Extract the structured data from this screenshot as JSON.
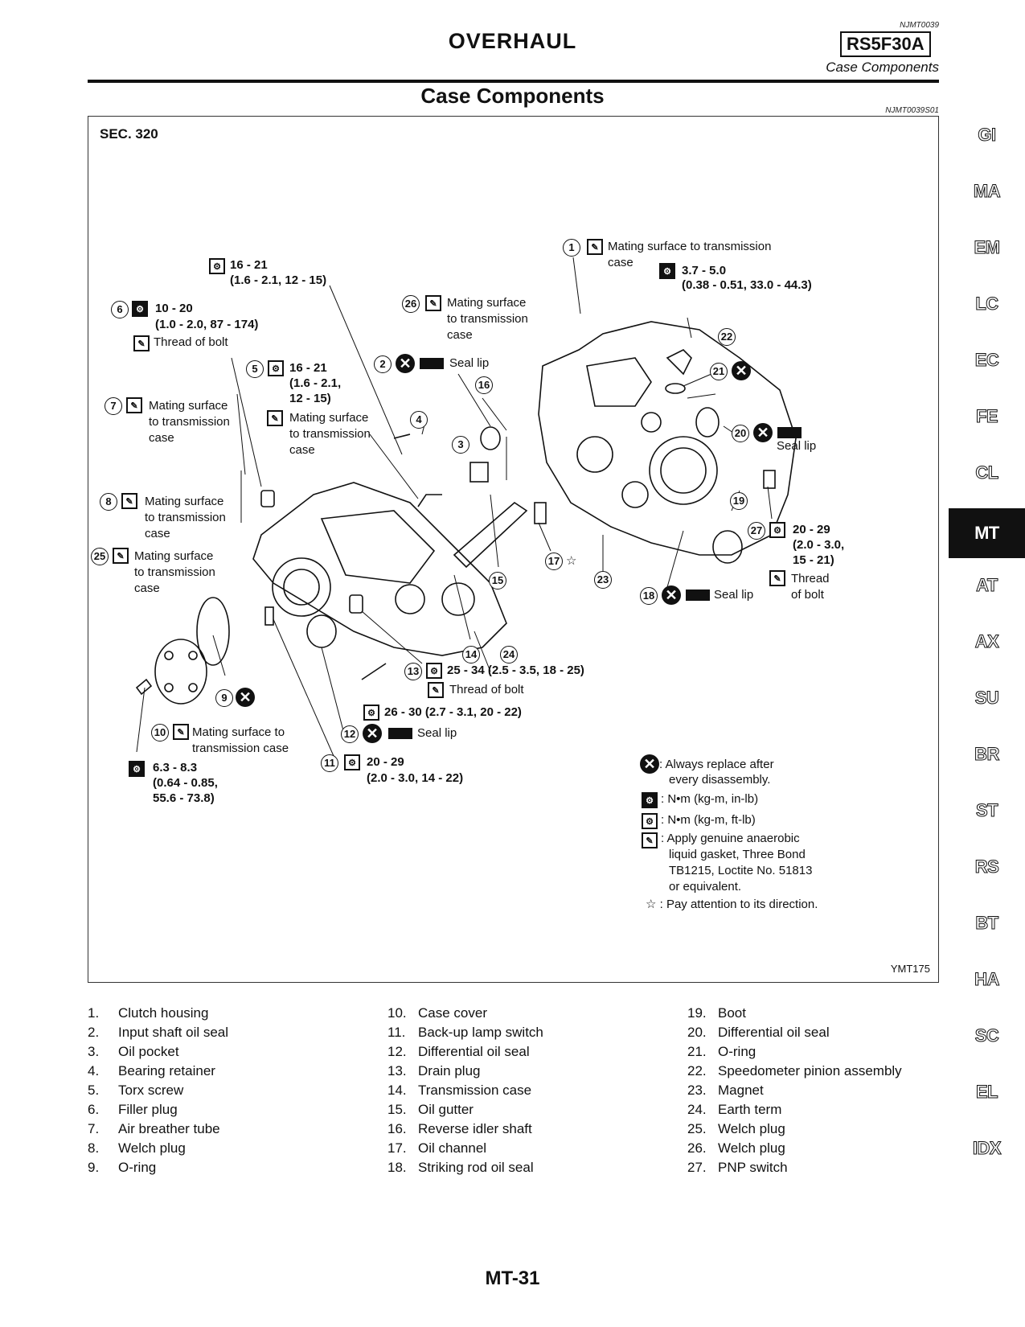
{
  "header": {
    "doc_code": "NJMT0039",
    "title": "OVERHAUL",
    "model": "RS5F30A",
    "subtitle": "Case Components"
  },
  "section": {
    "title": "Case Components",
    "code": "NJMT0039S01"
  },
  "diagram": {
    "sec": "SEC. 320",
    "figure_id": "YMT175",
    "callouts": {
      "c1": {
        "num": "1",
        "l1": "Mating surface to transmission",
        "l2": "case"
      },
      "c1_torque": {
        "l1": "3.7 - 5.0",
        "l2": "(0.38 - 0.51, 33.0 - 44.3)"
      },
      "top_torque": {
        "l1": "16 - 21",
        "l2": "(1.6 - 2.1, 12 - 15)"
      },
      "c6": {
        "num": "6",
        "l1": "10 - 20",
        "l2": "(1.0 - 2.0, 87 - 174)",
        "l3": "Thread of bolt"
      },
      "c26": {
        "num": "26",
        "l1": "Mating surface",
        "l2": "to transmission",
        "l3": "case"
      },
      "c2": {
        "num": "2",
        "l1": "Seal lip"
      },
      "c5": {
        "num": "5",
        "l1": "16 - 21",
        "l2": "(1.6 - 2.1,",
        "l3": "12 - 15)",
        "l4": "Mating surface",
        "l5": "to transmission",
        "l6": "case"
      },
      "c7": {
        "num": "7",
        "l1": "Mating surface",
        "l2": "to transmission",
        "l3": "case"
      },
      "c8": {
        "num": "8",
        "l1": "Mating surface",
        "l2": "to transmission",
        "l3": "case"
      },
      "c25": {
        "num": "25",
        "l1": "Mating surface",
        "l2": "to transmission",
        "l3": "case"
      },
      "c20": {
        "num": "20",
        "l1": "Seal lip"
      },
      "c27": {
        "num": "27",
        "l1": "20 - 29",
        "l2": "(2.0 - 3.0,",
        "l3": "15 - 21)",
        "l4": "Thread",
        "l5": "of bolt"
      },
      "c18": {
        "num": "18",
        "l1": "Seal lip"
      },
      "c13": {
        "num": "13",
        "l1": "25 - 34 (2.5 - 3.5, 18 - 25)",
        "l2": "Thread of bolt"
      },
      "c12_torque": {
        "l1": "26 - 30 (2.7 - 3.1, 20 - 22)"
      },
      "c12": {
        "num": "12",
        "l1": "Seal lip"
      },
      "c10": {
        "num": "10",
        "l1": "Mating surface to",
        "l2": "transmission case"
      },
      "c10_torque": {
        "l1": "6.3 - 8.3",
        "l2": "(0.64 - 0.85,",
        "l3": "55.6 - 73.8)"
      },
      "c11": {
        "num": "11",
        "l1": "20 - 29",
        "l2": "(2.0 - 3.0, 14 - 22)"
      },
      "nums": {
        "n3": "3",
        "n4": "4",
        "n9": "9",
        "n14": "14",
        "n15": "15",
        "n16": "16",
        "n17": "17",
        "n19": "19",
        "n21": "21",
        "n22": "22",
        "n23": "23",
        "n24": "24"
      }
    },
    "legend": {
      "replace_l1": ": Always replace after",
      "replace_l2": "every disassembly.",
      "nm_inlb": ": N•m (kg-m, in-lb)",
      "nm_ftlb": ": N•m (kg-m, ft-lb)",
      "gasket_l1": ": Apply genuine anaerobic",
      "gasket_l2": "liquid gasket, Three Bond",
      "gasket_l3": "TB1215, Loctite No. 51813",
      "gasket_l4": "or equivalent.",
      "star": "☆ : Pay attention to its direction."
    }
  },
  "side_tabs": [
    "GI",
    "MA",
    "EM",
    "LC",
    "EC",
    "FE",
    "CL",
    "MT",
    "AT",
    "AX",
    "SU",
    "BR",
    "ST",
    "RS",
    "BT",
    "HA",
    "SC",
    "EL",
    "IDX"
  ],
  "active_tab": "MT",
  "parts": {
    "col1": [
      {
        "n": "1.",
        "name": "Clutch housing"
      },
      {
        "n": "2.",
        "name": "Input shaft oil seal"
      },
      {
        "n": "3.",
        "name": "Oil pocket"
      },
      {
        "n": "4.",
        "name": "Bearing retainer"
      },
      {
        "n": "5.",
        "name": "Torx screw"
      },
      {
        "n": "6.",
        "name": "Filler plug"
      },
      {
        "n": "7.",
        "name": "Air breather tube"
      },
      {
        "n": "8.",
        "name": "Welch plug"
      },
      {
        "n": "9.",
        "name": "O-ring"
      }
    ],
    "col2": [
      {
        "n": "10.",
        "name": "Case cover"
      },
      {
        "n": "11.",
        "name": "Back-up lamp switch"
      },
      {
        "n": "12.",
        "name": "Differential oil seal"
      },
      {
        "n": "13.",
        "name": "Drain plug"
      },
      {
        "n": "14.",
        "name": "Transmission case"
      },
      {
        "n": "15.",
        "name": "Oil gutter"
      },
      {
        "n": "16.",
        "name": "Reverse idler shaft"
      },
      {
        "n": "17.",
        "name": "Oil channel"
      },
      {
        "n": "18.",
        "name": "Striking rod oil seal"
      }
    ],
    "col3": [
      {
        "n": "19.",
        "name": "Boot"
      },
      {
        "n": "20.",
        "name": "Differential oil seal"
      },
      {
        "n": "21.",
        "name": "O-ring"
      },
      {
        "n": "22.",
        "name": "Speedometer pinion assembly"
      },
      {
        "n": "23.",
        "name": "Magnet"
      },
      {
        "n": "24.",
        "name": "Earth term"
      },
      {
        "n": "25.",
        "name": "Welch plug"
      },
      {
        "n": "26.",
        "name": "Welch plug"
      },
      {
        "n": "27.",
        "name": "PNP switch"
      }
    ]
  },
  "footer": {
    "page": "MT-31"
  }
}
